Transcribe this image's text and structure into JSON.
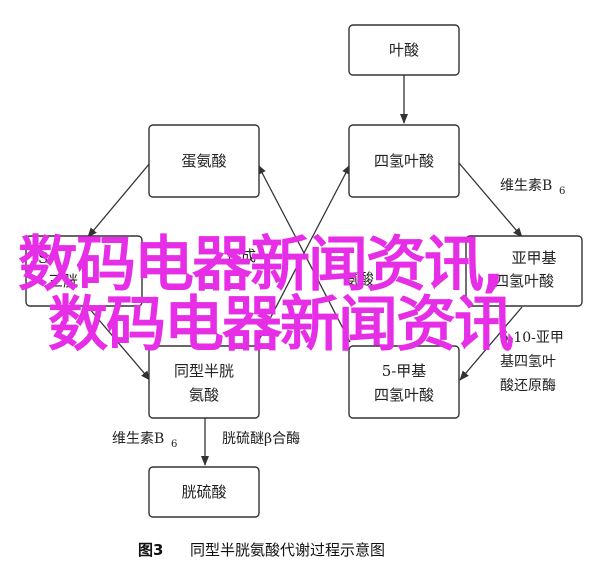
{
  "nodes": {
    "folic_acid": "叶酸",
    "thf": "四氢叶酸",
    "methionine": "蛋氨酸",
    "methylene_thf_top": "亚甲基",
    "methylene_thf_bottom": "四氢叶酸",
    "gly_ser_top": "氨酸",
    "homocysteine_top": "同型半胱",
    "homocysteine_bottom": "氨酸",
    "methyl_thf_top": "5-甲基",
    "methyl_thf_bottom": "四氢叶酸",
    "cystathionine": "胱硫酸"
  },
  "edge_labels": {
    "b6_top_main": "维生素B",
    "b6_top_sub": "6",
    "reductase_line1": "5,10-亚甲",
    "reductase_line2": "基四氢叶",
    "reductase_line3": "酸还原酶",
    "b6_bottom_main": "维生素B",
    "b6_bottom_sub": "6",
    "cbs_label": "胱硫醚β合酶",
    "partial_left_1": "S-",
    "partial_left_2": "三胱",
    "partial_right": "合成"
  },
  "watermark": {
    "line1": "数码电器新闻资讯,",
    "line2": "数码电器新闻资讯",
    "color": "#e62ee6"
  },
  "caption": {
    "number": "图3",
    "text": "同型半胱氨酸代谢过程示意图"
  }
}
